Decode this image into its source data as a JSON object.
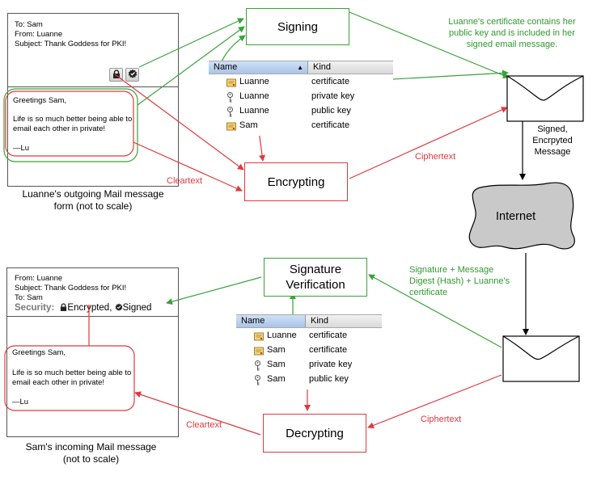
{
  "outgoing_form": {
    "to": "To: Sam",
    "from": "From: Luanne",
    "subject": "Subject: Thank Goddess for PKI!",
    "greeting": "Greetings Sam,",
    "body": "Life is so much better being able to email each other in private!",
    "signoff": "—Lu",
    "caption": "Luanne's outgoing Mail message form (not to scale)"
  },
  "incoming_form": {
    "from": "From: Luanne",
    "subject": "Subject: Thank Goddess for PKI!",
    "to": "To: Sam",
    "security_label": "Security:",
    "encrypted": "Encrypted,",
    "signed": "Signed",
    "greeting": "Greetings Sam,",
    "body": "Life is so much better being able to email each other in private!",
    "signoff": "—Lu",
    "caption": "Sam's incoming Mail message (not to scale)"
  },
  "boxes": {
    "signing": "Signing",
    "encrypting": "Encrypting",
    "verification": "Signature Verification",
    "decrypting": "Decrypting",
    "internet": "Internet"
  },
  "labels": {
    "cleartext_top": "Cleartext",
    "ciphertext_top": "Ciphertext",
    "cleartext_bottom": "Cleartext",
    "ciphertext_bottom": "Ciphertext",
    "cert_note": "Luanne's certificate contains her public key and is included in her signed email message.",
    "envelope_caption": "Signed, Encrpyted Message",
    "sig_note": "Signature + Message Digest (Hash) + Luanne's certificate"
  },
  "keychain_top": {
    "col_name": "Name",
    "col_kind": "Kind",
    "rows": [
      {
        "name": "Luanne",
        "kind": "certificate",
        "icon": "certificate-icon"
      },
      {
        "name": "Luanne",
        "kind": "private key",
        "icon": "key-icon"
      },
      {
        "name": "Luanne",
        "kind": "public key",
        "icon": "key-icon"
      },
      {
        "name": "Sam",
        "kind": "certificate",
        "icon": "certificate-icon"
      }
    ]
  },
  "keychain_bottom": {
    "col_name": "Name",
    "col_kind": "Kind",
    "rows": [
      {
        "name": "Luanne",
        "kind": "certificate",
        "icon": "certificate-icon"
      },
      {
        "name": "Sam",
        "kind": "certificate",
        "icon": "certificate-icon"
      },
      {
        "name": "Sam",
        "kind": "private key",
        "icon": "key-icon"
      },
      {
        "name": "Sam",
        "kind": "public key",
        "icon": "key-icon"
      }
    ]
  },
  "colors": {
    "green": "#3aa23a",
    "red": "#e0393e",
    "cloud": "#c9c9c9"
  }
}
